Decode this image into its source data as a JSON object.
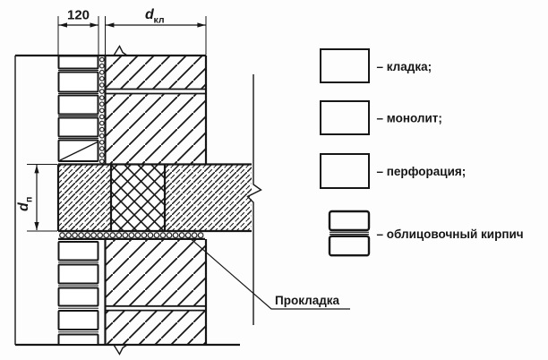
{
  "drawing": {
    "dim_facing": "120",
    "dim_masonry": {
      "base": "d",
      "sub": "кл"
    },
    "dim_slab": {
      "base": "d",
      "sub": "п"
    },
    "callout_gasket": "Прокладка"
  },
  "legend": {
    "items": [
      {
        "name": "kladka",
        "symbol": "hatch-diagonal",
        "label": "– кладка;"
      },
      {
        "name": "monolit",
        "symbol": "hatch-monolith",
        "label": "– монолит;"
      },
      {
        "name": "perforacija",
        "symbol": "hatch-cross",
        "label": "– перфорация;"
      },
      {
        "name": "oblicovochnyj-kirpich",
        "symbol": "facing-brick",
        "label": "– облицовочный кирпич"
      }
    ]
  },
  "colors": {
    "ink": "#161616",
    "background": "#fdfdfd"
  }
}
